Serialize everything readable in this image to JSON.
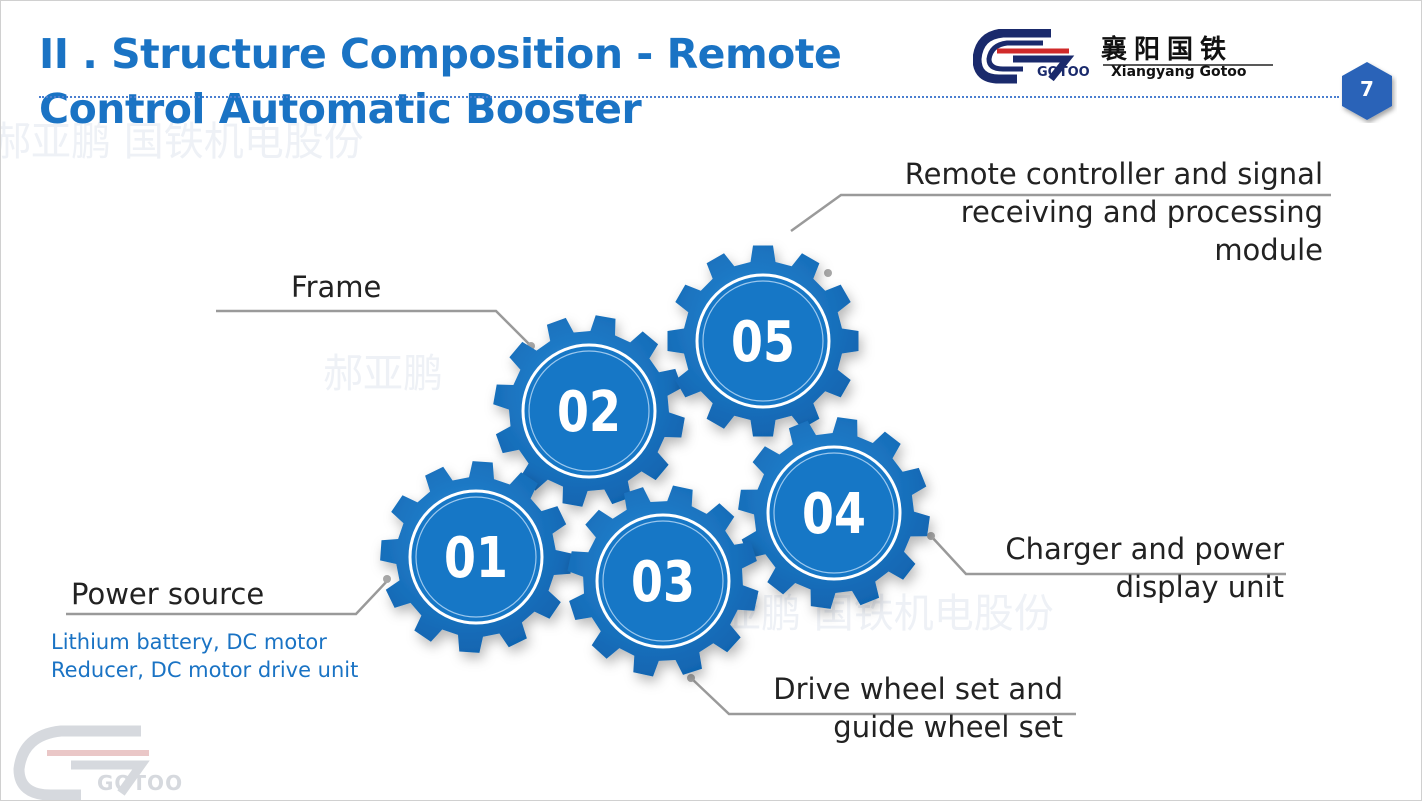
{
  "title": {
    "line1": "II . Structure Composition - Remote",
    "line2": "Control Automatic Booster"
  },
  "logo": {
    "chinese": "襄阳国铁",
    "english": "Xiangyang Gotoo",
    "mark": "GOTOO"
  },
  "page_number": "7",
  "watermark": {
    "text1": "郝亚鹏 国铁机电股份",
    "text2": "郝亚鹏",
    "text3": "亚鹏 国铁机电股份"
  },
  "gears": [
    {
      "id": "01",
      "label": "01"
    },
    {
      "id": "02",
      "label": "02"
    },
    {
      "id": "03",
      "label": "03"
    },
    {
      "id": "04",
      "label": "04"
    },
    {
      "id": "05",
      "label": "05"
    }
  ],
  "labels": {
    "frame": "Frame",
    "remote_line1": "Remote controller and signal",
    "remote_line2": "receiving and processing",
    "remote_line3": "module",
    "charger_line1": "Charger and power",
    "charger_line2": "display unit",
    "drive_line1": "Drive wheel set and",
    "drive_line2": "guide wheel set",
    "power": "Power source",
    "power_detail_line1": "Lithium battery, DC motor",
    "power_detail_line2": "Reducer, DC motor drive unit"
  },
  "footer": {
    "brand": "GOTOO"
  },
  "colors": {
    "accent": "#1a73c4",
    "gear": "#1a7ac8",
    "gear_dark": "#0f5ea8",
    "badge": "#2a64b8"
  }
}
